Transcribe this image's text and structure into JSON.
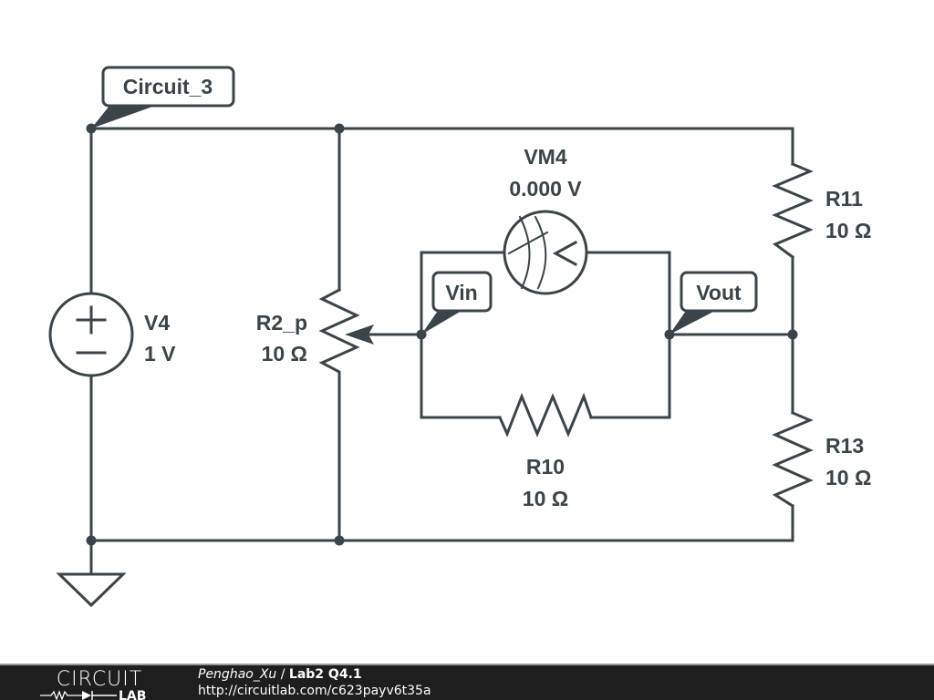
{
  "schematic": {
    "components": {
      "v4": {
        "name": "V4",
        "value": "1 V",
        "type": "voltage-source"
      },
      "r2p": {
        "name": "R2_p",
        "value": "10 Ω",
        "type": "potentiometer"
      },
      "vm4": {
        "name": "VM4",
        "value": "0.000 V",
        "type": "voltmeter"
      },
      "r11": {
        "name": "R11",
        "value": "10 Ω",
        "type": "resistor"
      },
      "r10": {
        "name": "R10",
        "value": "10 Ω",
        "type": "resistor"
      },
      "r13": {
        "name": "R13",
        "value": "10 Ω",
        "type": "resistor"
      }
    },
    "net_labels": {
      "circuit": "Circuit_3",
      "vin": "Vin",
      "vout": "Vout"
    },
    "wire_color": "#3b4448"
  },
  "footer": {
    "logo_top": "CIRCUIT",
    "logo_bottom": "LAB",
    "author": "Penghao_Xu",
    "separator": " / ",
    "title": "Lab2 Q4.1",
    "url": "http://circuitlab.com/c623payv6t35a",
    "background": "#1e1e1e"
  }
}
